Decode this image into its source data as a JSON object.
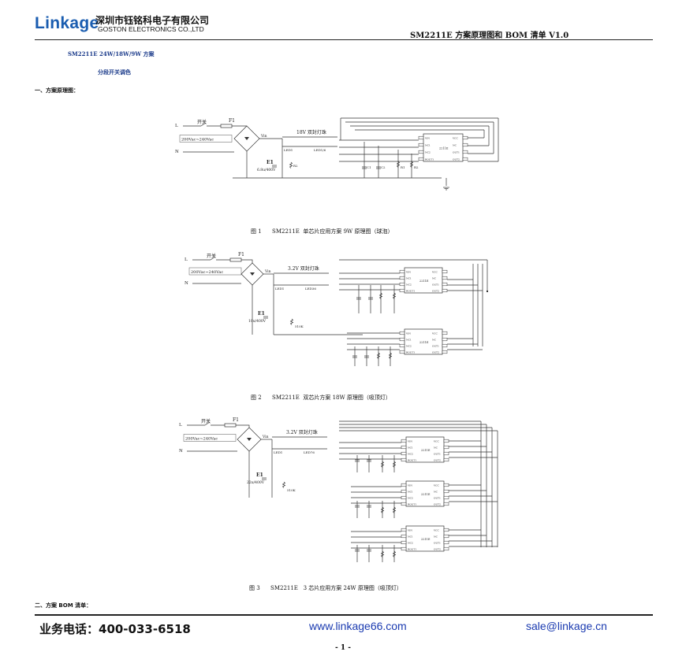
{
  "header": {
    "logo_text": "Linkage",
    "company_cn": "深圳市钰铭科电子有限公司",
    "company_en": "GOSTON ELECTRONICS CO.,LTD",
    "doc_title": "SM2211E 方案原理图和 BOM 清单 V1.0"
  },
  "body": {
    "subtitle": "SM2211E    24W/18W/9W 方案",
    "subtitle2": "分段开关调色",
    "section1": "一、方案原理图：",
    "section2": "二、方案 BOM 清单："
  },
  "figures": [
    {
      "caption": "图 1      SM2211E  单芯片应用方案 9W 原理图（球泡）",
      "labels": {
        "switch": "开关",
        "fuse": "F1",
        "live": "L",
        "neutral": "N",
        "input": "200Vac~240Vac",
        "vin": "Vin",
        "string": "18V  双封灯珠",
        "led1": "LED1",
        "led2": "LED1/6",
        "cap": "E1",
        "cap_val": "6.8u/400V",
        "r1": "R1",
        "r2": "R2",
        "c1": "C1",
        "c2": "C2",
        "r3": "R3"
      }
    },
    {
      "caption": "图 2      SM2211E  双芯片方案 18W 原理图（吸顶灯）",
      "labels": {
        "switch": "开关",
        "fuse": "F1",
        "live": "L",
        "neutral": "N",
        "input": "200Vac~240Vac",
        "vin": "Vin",
        "string": "3.2V  双封灯珠",
        "led1": "LED1",
        "led2": "LED36",
        "cap": "E1",
        "cap_val": "10u/400V",
        "res": "510K"
      }
    },
    {
      "caption": "图 3      SM2211E   3 芯片应用方案 24W 原理图（吸顶灯）",
      "labels": {
        "switch": "开关",
        "fuse": "F1",
        "live": "L",
        "neutral": "N",
        "input": "200Vac~240Vac",
        "vin": "Vin",
        "string": "3.2V  双封灯珠",
        "led1": "LED1",
        "led2": "LED76",
        "cap": "E1",
        "cap_val": "22u/400V",
        "res": "510K"
      }
    }
  ],
  "chip": {
    "left_pins": [
      "VIN",
      "NC1",
      "NC2",
      "ROUT1"
    ],
    "right_pins": [
      "VCC",
      "NC",
      "OUT1",
      "OUT2"
    ],
    "name": "2211E"
  },
  "footer": {
    "phone": "业务电话：400-033-6518",
    "website": "www.linkage66.com",
    "email": "sale@linkage.cn",
    "page": "- 1 -"
  }
}
